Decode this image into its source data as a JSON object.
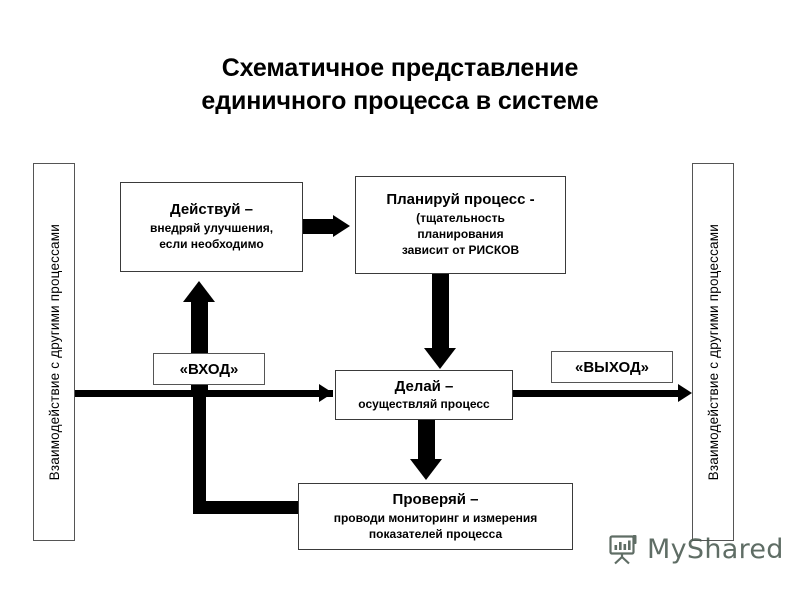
{
  "title": {
    "line1": "Схематичное представление",
    "line2": "единичного процесса в системе"
  },
  "side_panels": {
    "left_label": "Взаимодействие с другими процессами",
    "right_label": "Взаимодействие с другими процессами"
  },
  "tags": {
    "input": "«ВХОД»",
    "output": "«ВЫХОД»"
  },
  "boxes": {
    "act": {
      "header": "Действуй –",
      "line1": "внедряй улучшения,",
      "line2": "если необходимо"
    },
    "plan": {
      "header": "Планируй процесс -",
      "line1": "(тщательность",
      "line2": "планирования",
      "line3": "зависит от РИСКОВ"
    },
    "do": {
      "header": "Делай –",
      "line1": "осуществляй процесс"
    },
    "check": {
      "header": "Проверяй –",
      "line1": "проводи мониторинг и измерения",
      "line2": "показателей процесса"
    }
  },
  "watermark": {
    "text": "MyShared",
    "icon": "presentation-board-icon",
    "color": "#4a5a50"
  },
  "colors": {
    "stroke": "#000000",
    "box_border": "#3a3a3a",
    "panel_border": "#555555",
    "background": "#ffffff"
  }
}
